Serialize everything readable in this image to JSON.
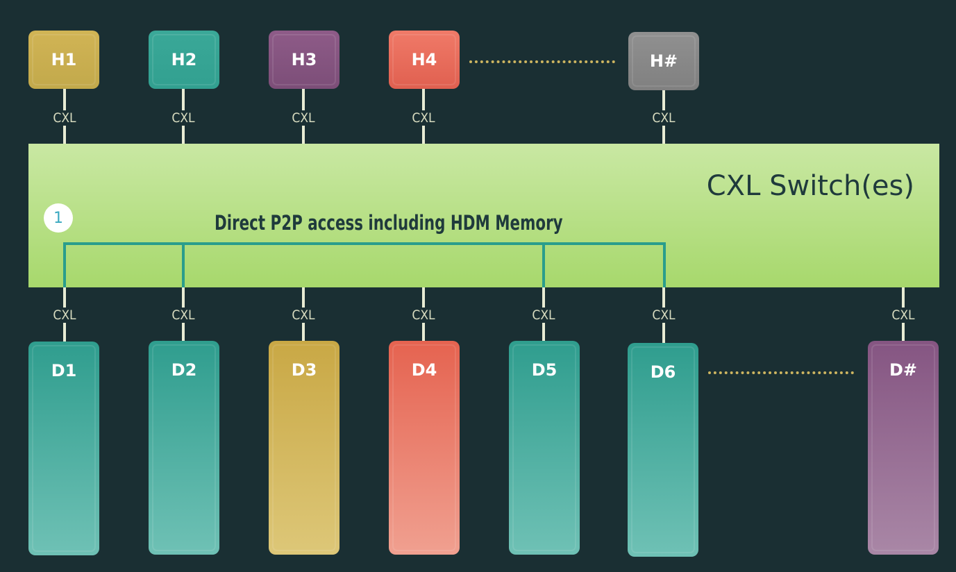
{
  "hosts": [
    {
      "label": "H1",
      "color": "#c9ae50"
    },
    {
      "label": "H2",
      "color": "#36a494"
    },
    {
      "label": "H3",
      "color": "#85547f"
    },
    {
      "label": "H4",
      "color": "#e86d5c"
    },
    {
      "label": "H#",
      "color": "#888888"
    }
  ],
  "devices": [
    {
      "label": "D1",
      "color": "#2f9d8e"
    },
    {
      "label": "D2",
      "color": "#2f9d8e"
    },
    {
      "label": "D3",
      "color": "#c9a845"
    },
    {
      "label": "D4",
      "color": "#e56350"
    },
    {
      "label": "D5",
      "color": "#2f9d8e"
    },
    {
      "label": "D6",
      "color": "#2f9d8e"
    },
    {
      "label": "D#",
      "color": "#855582"
    }
  ],
  "link_label": "CXL",
  "switch": {
    "title": "CXL Switch(es)",
    "badge": "1",
    "p2p_label": "Direct P2P  access including  HDM Memory"
  }
}
